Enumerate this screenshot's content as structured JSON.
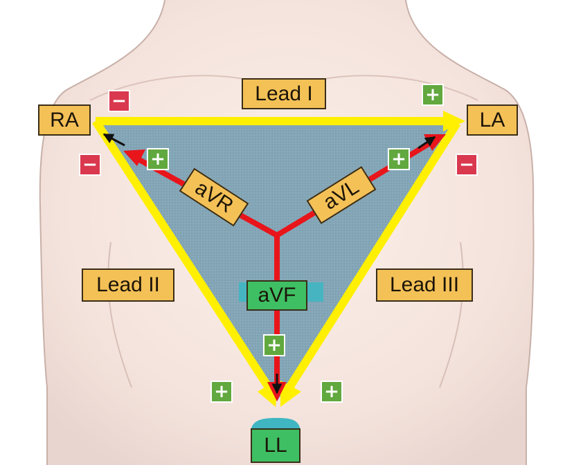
{
  "labels": {
    "ra": "RA",
    "la": "LA",
    "ll": "LL",
    "lead_i": "Lead I",
    "lead_ii": "Lead II",
    "lead_iii": "Lead III",
    "avr": "aVR",
    "avl": "aVL",
    "avf": "aVF"
  },
  "signs": {
    "plus": "+",
    "minus": "−"
  },
  "colors": {
    "triangle_outline": "#ffef00",
    "triangle_fill": "#87a9ba",
    "augmented_vectors": "#e8151b",
    "label_box": "#f4c157",
    "ll_box": "#3fbf63",
    "plus_sign": "#61a83e",
    "minus_sign": "#d9384e",
    "skin": "#f6e8e1"
  }
}
